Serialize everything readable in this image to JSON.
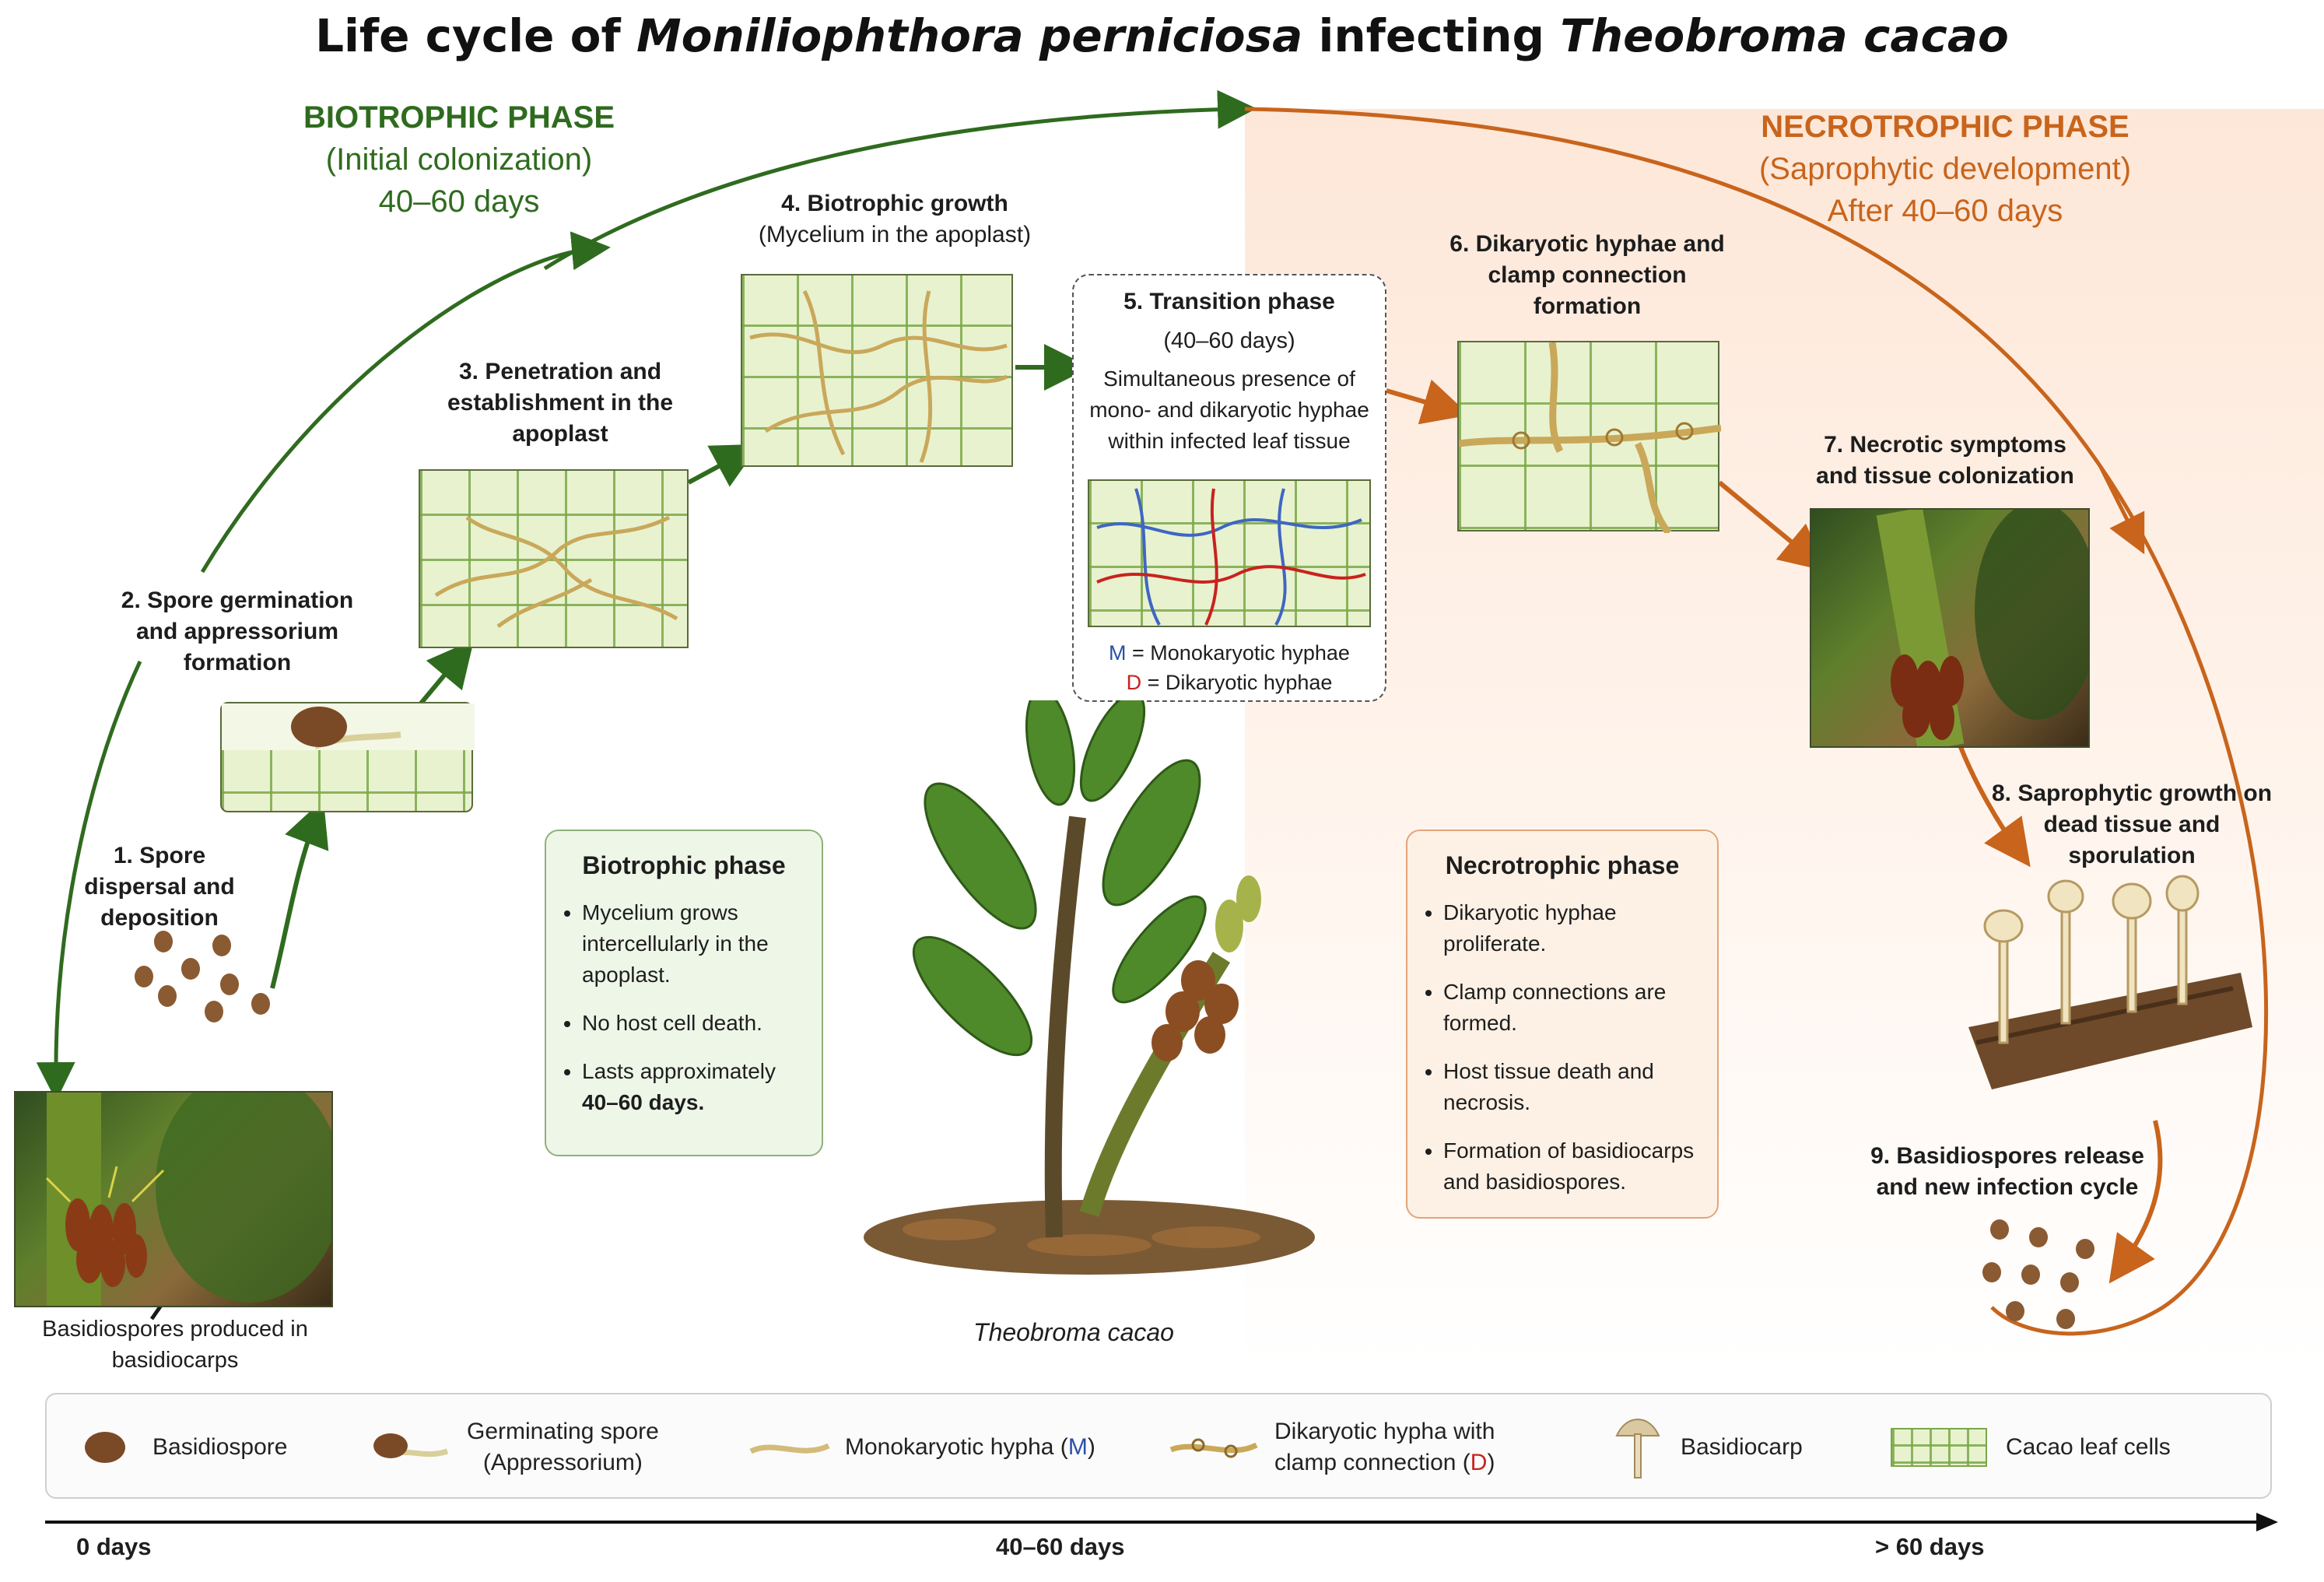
{
  "title": {
    "pre": "Life cycle of ",
    "species1": "Moniliophthora perniciosa",
    "mid": " infecting ",
    "species2": "Theobroma cacao"
  },
  "biotrophic_header": {
    "title": "BIOTROPHIC PHASE",
    "subtitle": "(Initial colonization)",
    "duration": "40–60 days"
  },
  "necrotrophic_header": {
    "title": "NECROTROPHIC PHASE",
    "subtitle": "(Saprophytic development)",
    "duration": "After 40–60 days"
  },
  "steps": {
    "s0": "Basidiospores produced in basidiocarps",
    "s1": "1. Spore dispersal and deposition",
    "s2": "2. Spore germination and appressorium formation",
    "s3": "3. Penetration and establishment in the apoplast",
    "s4a": "4. Biotrophic growth",
    "s4b": "(Mycelium in the apoplast)",
    "s5_title": "5. Transition phase",
    "s5_days": "(40–60 days)",
    "s5_desc": "Simultaneous presence of mono- and dikaryotic hyphae within infected leaf tissue",
    "s5_m_letter": "M",
    "s5_m_text": " = Monokaryotic hyphae",
    "s5_d_letter": "D",
    "s5_d_text": " = Dikaryotic hyphae",
    "s6": "6. Dikaryotic hyphae and clamp connection formation",
    "s7": "7. Necrotic symptoms and tissue colonization",
    "s8": "8. Saprophytic growth on dead tissue and sporulation",
    "s9": "9. Basidiospores release and new infection cycle"
  },
  "biotrophic_box": {
    "title": "Biotrophic phase",
    "items": [
      "Mycelium grows intercellularly in the apoplast.",
      "No host cell death.",
      "Lasts approximately"
    ],
    "last_bold": "40–60 days."
  },
  "necrotrophic_box": {
    "title": "Necrotrophic phase",
    "items": [
      "Dikaryotic hyphae proliferate.",
      "Clamp connections are formed.",
      "Host tissue death and necrosis.",
      "Formation of basidiocarps and basidiospores."
    ]
  },
  "plant_label": "Theobroma cacao",
  "legend": {
    "basidiospore": "Basidiospore",
    "germ1": "Germinating spore",
    "germ2": "(Appressorium)",
    "mono": "Monokaryotic hypha (",
    "mono_letter": "M",
    "mono_end": ")",
    "dika1": "Dikaryotic hypha with",
    "dika2": "clamp connection (",
    "dika_letter": "D",
    "dika_end": ")",
    "basidiocarp": "Basidiocarp",
    "leafcells": "Cacao leaf cells"
  },
  "timeline": {
    "t0": "0 days",
    "t1": "40–60 days",
    "t2": "> 60 days"
  },
  "colors": {
    "biotrophic": "#2f6b1f",
    "necrotrophic": "#c8641c",
    "monokaryotic": "#2a4fa8",
    "dikaryotic": "#c8231e"
  }
}
